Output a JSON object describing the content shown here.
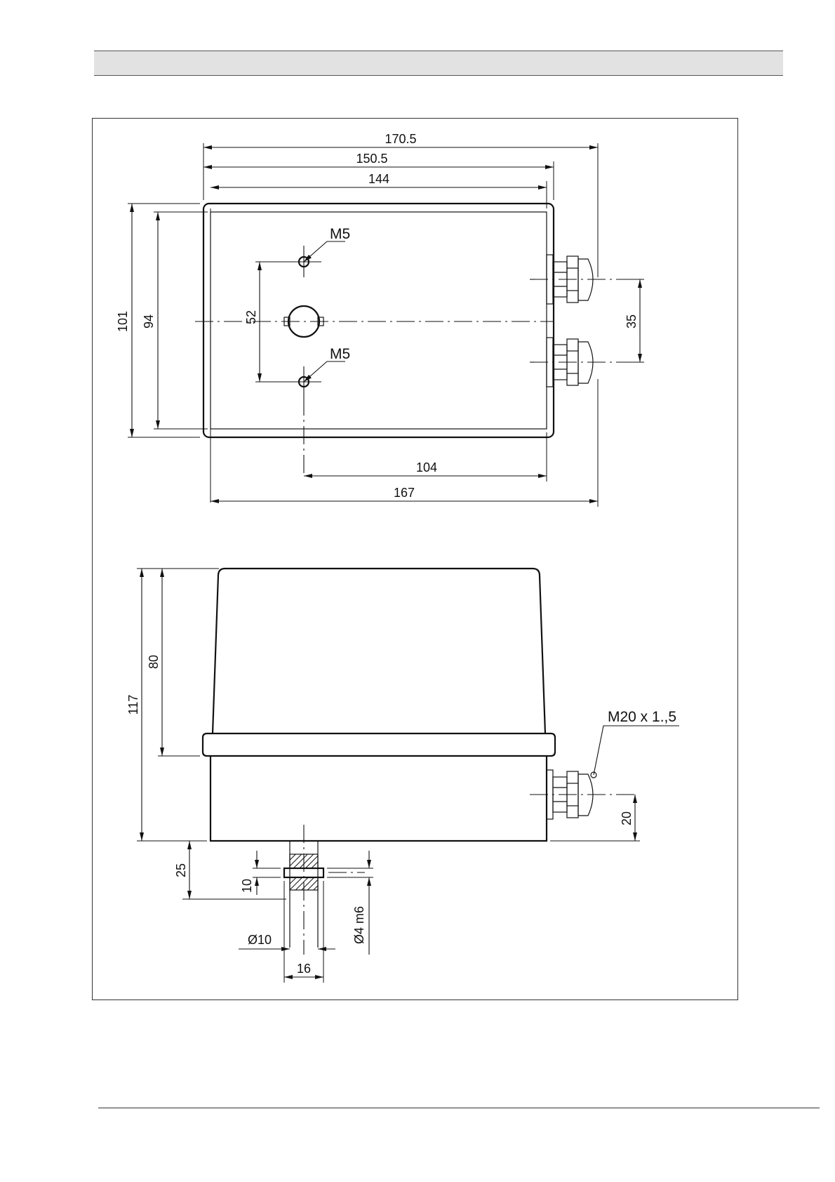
{
  "top_view": {
    "dim_170_5": "170.5",
    "dim_150_5": "150.5",
    "dim_144": "144",
    "dim_101": "101",
    "dim_94": "94",
    "dim_52": "52",
    "dim_35": "35",
    "dim_104": "104",
    "dim_167": "167",
    "thread_top": "M5",
    "thread_bottom": "M5"
  },
  "side_view": {
    "dim_117": "117",
    "dim_80": "80",
    "dim_20": "20",
    "dim_25": "25",
    "dim_10": "10",
    "dim_phi10": "Ø10",
    "dim_phi4m6": "Ø4 m6",
    "dim_16": "16",
    "gland_thread": "M20 x 1.,5"
  }
}
